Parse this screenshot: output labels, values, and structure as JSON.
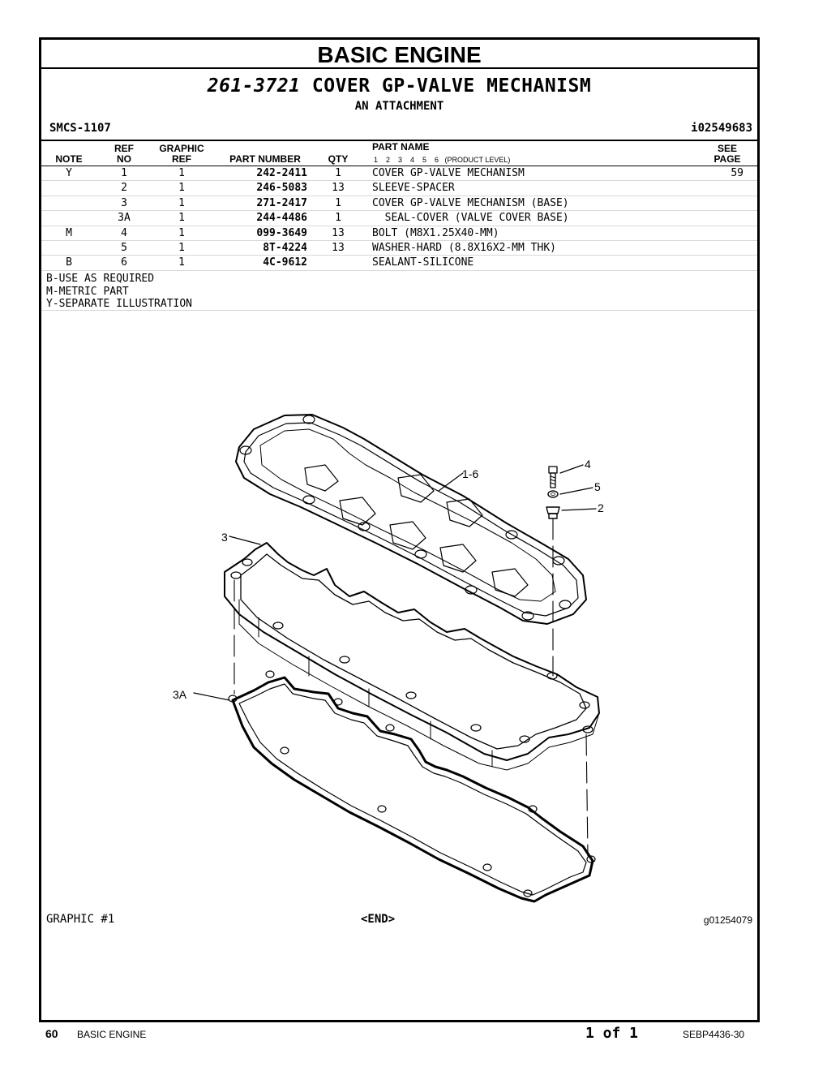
{
  "header": {
    "section_title": "BASIC ENGINE",
    "part_number": "261-3721",
    "part_name": "COVER GP-VALVE MECHANISM",
    "subtitle": "AN ATTACHMENT",
    "smcs": "SMCS-1107",
    "illustration_id": "i02549683"
  },
  "table": {
    "columns": {
      "note": "NOTE",
      "ref_no_1": "REF",
      "ref_no_2": "NO",
      "graphic_ref_1": "GRAPHIC",
      "graphic_ref_2": "REF",
      "part_number": "PART NUMBER",
      "qty": "QTY",
      "part_name": "PART NAME",
      "product_level": "1    2    3    4    5    6   (PRODUCT LEVEL)",
      "see_page_1": "SEE",
      "see_page_2": "PAGE"
    },
    "rows": [
      {
        "note": "Y",
        "ref": "1",
        "graphic": "1",
        "part_number": "242-2411",
        "qty": "1",
        "name": "COVER GP-VALVE MECHANISM",
        "page": "59"
      },
      {
        "note": "",
        "ref": "2",
        "graphic": "1",
        "part_number": "246-5083",
        "qty": "13",
        "name": "SLEEVE-SPACER",
        "page": ""
      },
      {
        "note": "",
        "ref": "3",
        "graphic": "1",
        "part_number": "271-2417",
        "qty": "1",
        "name": "COVER GP-VALVE MECHANISM (BASE)",
        "page": ""
      },
      {
        "note": "",
        "ref": "3A",
        "graphic": "1",
        "part_number": "244-4486",
        "qty": "1",
        "name": "  SEAL-COVER (VALVE COVER BASE)",
        "page": ""
      },
      {
        "note": "M",
        "ref": "4",
        "graphic": "1",
        "part_number": "099-3649",
        "qty": "13",
        "name": "BOLT (M8X1.25X40-MM)",
        "page": ""
      },
      {
        "note": "",
        "ref": "5",
        "graphic": "1",
        "part_number": "8T-4224",
        "qty": "13",
        "name": "WASHER-HARD (8.8X16X2-MM THK)",
        "page": ""
      },
      {
        "note": "B",
        "ref": "6",
        "graphic": "1",
        "part_number": "4C-9612",
        "qty": "",
        "name": "SEALANT-SILICONE",
        "page": ""
      }
    ]
  },
  "notes": [
    "B-USE AS REQUIRED",
    "M-METRIC PART",
    "Y-SEPARATE ILLUSTRATION"
  ],
  "illustration": {
    "callouts": {
      "c16": "1-6",
      "c4": "4",
      "c5": "5",
      "c2": "2",
      "c3": "3",
      "c3a": "3A"
    },
    "graphic_label": "GRAPHIC #1",
    "end_label": "<END>",
    "graphic_number": "g01254079"
  },
  "footer": {
    "page": "60",
    "section": "BASIC ENGINE",
    "page_of": "1 of 1",
    "doc_number": "SEBP4436-30"
  }
}
